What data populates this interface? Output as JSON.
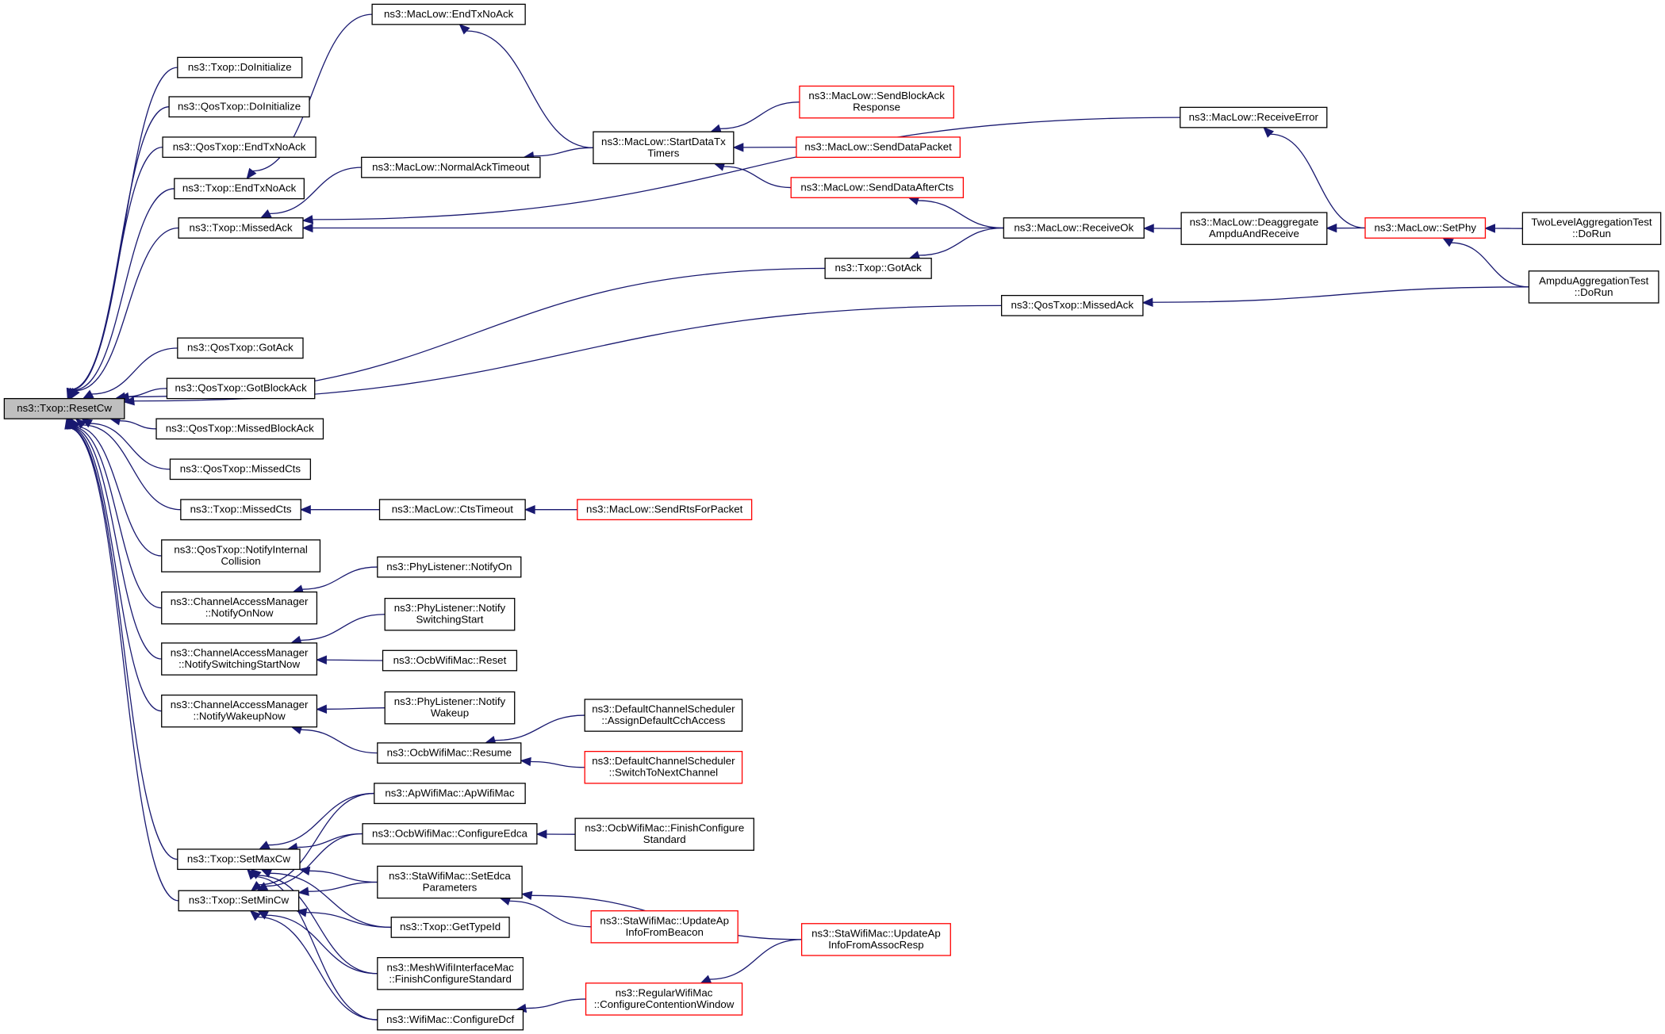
{
  "nodes": {
    "resetcw": {
      "lines": [
        "ns3::Txop::ResetCw"
      ],
      "style": "root"
    },
    "txop_doinit": {
      "lines": [
        "ns3::Txop::DoInitialize"
      ],
      "style": "normal"
    },
    "qos_doinit": {
      "lines": [
        "ns3::QosTxop::DoInitialize"
      ],
      "style": "normal"
    },
    "qos_endtx": {
      "lines": [
        "ns3::QosTxop::EndTxNoAck"
      ],
      "style": "normal"
    },
    "txop_endtx": {
      "lines": [
        "ns3::Txop::EndTxNoAck"
      ],
      "style": "normal"
    },
    "txop_missedack": {
      "lines": [
        "ns3::Txop::MissedAck"
      ],
      "style": "normal"
    },
    "qos_gotack": {
      "lines": [
        "ns3::QosTxop::GotAck"
      ],
      "style": "normal"
    },
    "qos_gotblock": {
      "lines": [
        "ns3::QosTxop::GotBlockAck"
      ],
      "style": "normal"
    },
    "qos_missedblock": {
      "lines": [
        "ns3::QosTxop::MissedBlockAck"
      ],
      "style": "normal"
    },
    "qos_missedcts": {
      "lines": [
        "ns3::QosTxop::MissedCts"
      ],
      "style": "normal"
    },
    "txop_missedcts": {
      "lines": [
        "ns3::Txop::MissedCts"
      ],
      "style": "normal"
    },
    "qos_notifyint": {
      "lines": [
        "ns3::QosTxop::NotifyInternal",
        "Collision"
      ],
      "style": "normal"
    },
    "cam_onnow": {
      "lines": [
        "ns3::ChannelAccessManager",
        "::NotifyOnNow"
      ],
      "style": "normal"
    },
    "cam_switch": {
      "lines": [
        "ns3::ChannelAccessManager",
        "::NotifySwitchingStartNow"
      ],
      "style": "normal"
    },
    "cam_wakeup": {
      "lines": [
        "ns3::ChannelAccessManager",
        "::NotifyWakeupNow"
      ],
      "style": "normal"
    },
    "txop_setmax": {
      "lines": [
        "ns3::Txop::SetMaxCw"
      ],
      "style": "normal"
    },
    "txop_setmin": {
      "lines": [
        "ns3::Txop::SetMinCw"
      ],
      "style": "normal"
    },
    "mac_endtx": {
      "lines": [
        "ns3::MacLow::EndTxNoAck"
      ],
      "style": "normal"
    },
    "mac_normalack": {
      "lines": [
        "ns3::MacLow::NormalAckTimeout"
      ],
      "style": "normal"
    },
    "txop_gotack": {
      "lines": [
        "ns3::Txop::GotAck"
      ],
      "style": "normal"
    },
    "qos_missedack": {
      "lines": [
        "ns3::QosTxop::MissedAck"
      ],
      "style": "normal"
    },
    "mac_ctstimeout": {
      "lines": [
        "ns3::MacLow::CtsTimeout"
      ],
      "style": "normal"
    },
    "phy_notifyon": {
      "lines": [
        "ns3::PhyListener::NotifyOn"
      ],
      "style": "normal"
    },
    "phy_switch": {
      "lines": [
        "ns3::PhyListener::Notify",
        "SwitchingStart"
      ],
      "style": "normal"
    },
    "ocb_reset": {
      "lines": [
        "ns3::OcbWifiMac::Reset"
      ],
      "style": "normal"
    },
    "phy_wakeup": {
      "lines": [
        "ns3::PhyListener::Notify",
        "Wakeup"
      ],
      "style": "normal"
    },
    "ocb_resume": {
      "lines": [
        "ns3::OcbWifiMac::Resume"
      ],
      "style": "normal"
    },
    "ap_apwifi": {
      "lines": [
        "ns3::ApWifiMac::ApWifiMac"
      ],
      "style": "normal"
    },
    "ocb_confedca": {
      "lines": [
        "ns3::OcbWifiMac::ConfigureEdca"
      ],
      "style": "normal"
    },
    "sta_setedca": {
      "lines": [
        "ns3::StaWifiMac::SetEdca",
        "Parameters"
      ],
      "style": "normal"
    },
    "txop_gettype": {
      "lines": [
        "ns3::Txop::GetTypeId"
      ],
      "style": "normal"
    },
    "mesh_finish": {
      "lines": [
        "ns3::MeshWifiInterfaceMac",
        "::FinishConfigureStandard"
      ],
      "style": "normal"
    },
    "wifi_confdcf": {
      "lines": [
        "ns3::WifiMac::ConfigureDcf"
      ],
      "style": "normal"
    },
    "mac_startdata": {
      "lines": [
        "ns3::MacLow::StartDataTx",
        "Timers"
      ],
      "style": "normal"
    },
    "mac_sendrts": {
      "lines": [
        "ns3::MacLow::SendRtsForPacket"
      ],
      "style": "red"
    },
    "dcs_assign": {
      "lines": [
        "ns3::DefaultChannelScheduler",
        "::AssignDefaultCchAccess"
      ],
      "style": "normal"
    },
    "dcs_switch": {
      "lines": [
        "ns3::DefaultChannelScheduler",
        "::SwitchToNextChannel"
      ],
      "style": "red"
    },
    "ocb_finish": {
      "lines": [
        "ns3::OcbWifiMac::FinishConfigure",
        "Standard"
      ],
      "style": "normal"
    },
    "sta_updbeacon": {
      "lines": [
        "ns3::StaWifiMac::UpdateAp",
        "InfoFromBeacon"
      ],
      "style": "red"
    },
    "reg_confcw": {
      "lines": [
        "ns3::RegularWifiMac",
        "::ConfigureContentionWindow"
      ],
      "style": "red"
    },
    "mac_sendblock": {
      "lines": [
        "ns3::MacLow::SendBlockAck",
        "Response"
      ],
      "style": "red"
    },
    "mac_senddata": {
      "lines": [
        "ns3::MacLow::SendDataPacket"
      ],
      "style": "red"
    },
    "mac_senddatacts": {
      "lines": [
        "ns3::MacLow::SendDataAfterCts"
      ],
      "style": "red"
    },
    "mac_receiveok": {
      "lines": [
        "ns3::MacLow::ReceiveOk"
      ],
      "style": "normal"
    },
    "mac_receiveerr": {
      "lines": [
        "ns3::MacLow::ReceiveError"
      ],
      "style": "normal"
    },
    "mac_deagg": {
      "lines": [
        "ns3::MacLow::Deaggregate",
        "AmpduAndReceive"
      ],
      "style": "normal"
    },
    "sta_updassoc": {
      "lines": [
        "ns3::StaWifiMac::UpdateAp",
        "InfoFromAssocResp"
      ],
      "style": "red"
    },
    "mac_setphy": {
      "lines": [
        "ns3::MacLow::SetPhy"
      ],
      "style": "red"
    },
    "two_dorun": {
      "lines": [
        "TwoLevelAggregationTest",
        "::DoRun"
      ],
      "style": "normal"
    },
    "ampdu_dorun": {
      "lines": [
        "AmpduAggregationTest",
        "::DoRun"
      ],
      "style": "normal"
    }
  },
  "edges": [
    [
      "resetcw",
      "txop_doinit"
    ],
    [
      "resetcw",
      "qos_doinit"
    ],
    [
      "resetcw",
      "qos_endtx"
    ],
    [
      "resetcw",
      "txop_endtx"
    ],
    [
      "resetcw",
      "txop_missedack"
    ],
    [
      "resetcw",
      "txop_gotack"
    ],
    [
      "resetcw",
      "qos_missedack"
    ],
    [
      "resetcw",
      "qos_gotack"
    ],
    [
      "resetcw",
      "qos_gotblock"
    ],
    [
      "resetcw",
      "qos_missedblock"
    ],
    [
      "resetcw",
      "qos_missedcts"
    ],
    [
      "resetcw",
      "txop_missedcts"
    ],
    [
      "resetcw",
      "qos_notifyint"
    ],
    [
      "resetcw",
      "cam_onnow"
    ],
    [
      "resetcw",
      "cam_switch"
    ],
    [
      "resetcw",
      "cam_wakeup"
    ],
    [
      "resetcw",
      "txop_setmax"
    ],
    [
      "resetcw",
      "txop_setmin"
    ],
    [
      "txop_endtx",
      "mac_endtx"
    ],
    [
      "txop_missedack",
      "mac_normalack"
    ],
    [
      "txop_missedack",
      "mac_receiveerr"
    ],
    [
      "txop_missedack",
      "mac_receiveok"
    ],
    [
      "txop_gotack",
      "mac_receiveok"
    ],
    [
      "qos_missedack",
      "ampdu_dorun"
    ],
    [
      "txop_missedcts",
      "mac_ctstimeout"
    ],
    [
      "mac_ctstimeout",
      "mac_sendrts"
    ],
    [
      "cam_onnow",
      "phy_notifyon"
    ],
    [
      "cam_switch",
      "phy_switch"
    ],
    [
      "cam_switch",
      "ocb_reset"
    ],
    [
      "cam_wakeup",
      "phy_wakeup"
    ],
    [
      "cam_wakeup",
      "ocb_resume"
    ],
    [
      "ocb_resume",
      "dcs_assign"
    ],
    [
      "ocb_resume",
      "dcs_switch"
    ],
    [
      "txop_setmax",
      "ap_apwifi"
    ],
    [
      "txop_setmax",
      "ocb_confedca"
    ],
    [
      "txop_setmax",
      "sta_setedca"
    ],
    [
      "txop_setmax",
      "txop_gettype"
    ],
    [
      "txop_setmax",
      "mesh_finish"
    ],
    [
      "txop_setmax",
      "wifi_confdcf"
    ],
    [
      "txop_setmin",
      "ap_apwifi"
    ],
    [
      "txop_setmin",
      "ocb_confedca"
    ],
    [
      "txop_setmin",
      "sta_setedca"
    ],
    [
      "txop_setmin",
      "txop_gettype"
    ],
    [
      "txop_setmin",
      "mesh_finish"
    ],
    [
      "txop_setmin",
      "wifi_confdcf"
    ],
    [
      "ocb_confedca",
      "ocb_finish"
    ],
    [
      "sta_setedca",
      "sta_updbeacon"
    ],
    [
      "sta_setedca",
      "sta_updassoc"
    ],
    [
      "wifi_confdcf",
      "reg_confcw"
    ],
    [
      "reg_confcw",
      "sta_updassoc"
    ],
    [
      "mac_endtx",
      "mac_startdata"
    ],
    [
      "mac_normalack",
      "mac_startdata"
    ],
    [
      "mac_startdata",
      "mac_sendblock"
    ],
    [
      "mac_startdata",
      "mac_senddata"
    ],
    [
      "mac_startdata",
      "mac_senddatacts"
    ],
    [
      "mac_senddatacts",
      "mac_receiveok"
    ],
    [
      "mac_receiveok",
      "mac_deagg"
    ],
    [
      "mac_deagg",
      "mac_setphy"
    ],
    [
      "mac_receiveerr",
      "mac_setphy"
    ],
    [
      "mac_setphy",
      "two_dorun"
    ],
    [
      "mac_setphy",
      "ampdu_dorun"
    ]
  ]
}
